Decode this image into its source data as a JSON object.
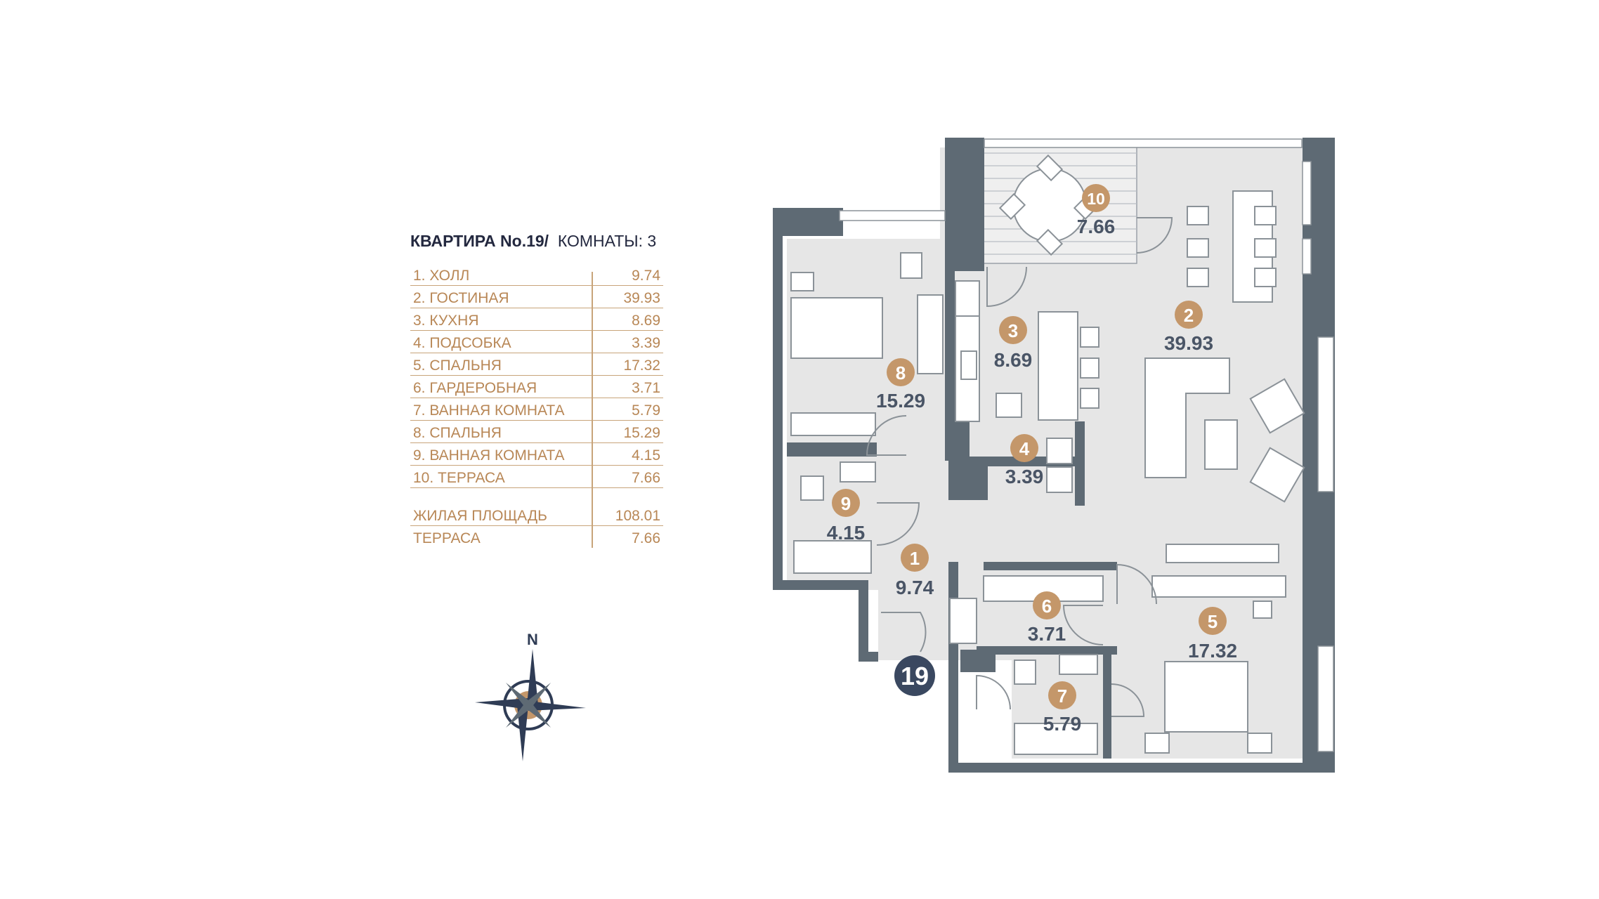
{
  "header": {
    "apartment_label": "КВАРТИРА No.19/",
    "rooms_label": "КОМНАТЫ: 3"
  },
  "rooms": [
    {
      "name": "1.  ХОЛЛ",
      "area": "9.74"
    },
    {
      "name": "2.  ГОСТИНАЯ",
      "area": "39.93"
    },
    {
      "name": "3.  КУХНЯ",
      "area": "8.69"
    },
    {
      "name": "4.  ПОДСОБКА",
      "area": "3.39"
    },
    {
      "name": "5.  СПАЛЬНЯ",
      "area": "17.32"
    },
    {
      "name": "6.  ГАРДЕРОБНАЯ",
      "area": "3.71"
    },
    {
      "name": "7.  ВАННАЯ КОМНАТА",
      "area": "5.79"
    },
    {
      "name": "8.  СПАЛЬНЯ",
      "area": "15.29"
    },
    {
      "name": "9.  ВАННАЯ КОМНАТА",
      "area": "4.15"
    },
    {
      "name": "10. ТЕРРАСА",
      "area": "7.66"
    }
  ],
  "totals": [
    {
      "name": "ЖИЛАЯ ПЛОЩАДЬ",
      "area": "108.01"
    },
    {
      "name": "ТЕРРАСА",
      "area": "7.66"
    }
  ],
  "plan_labels": [
    {
      "num": "1",
      "area": "9.74"
    },
    {
      "num": "2",
      "area": "39.93"
    },
    {
      "num": "3",
      "area": "8.69"
    },
    {
      "num": "4",
      "area": "3.39"
    },
    {
      "num": "5",
      "area": "17.32"
    },
    {
      "num": "6",
      "area": "3.71"
    },
    {
      "num": "7",
      "area": "5.79"
    },
    {
      "num": "8",
      "area": "15.29"
    },
    {
      "num": "9",
      "area": "4.15"
    },
    {
      "num": "10",
      "area": "7.66"
    }
  ],
  "apartment_number": "19",
  "compass": {
    "north_label": "N"
  },
  "colors": {
    "wall": "#5e6a74",
    "floor": "#e6e6e6",
    "badge": "#c4976a",
    "legend_text": "#b88756",
    "title_text": "#23283f",
    "apt_badge": "#3a4860"
  }
}
